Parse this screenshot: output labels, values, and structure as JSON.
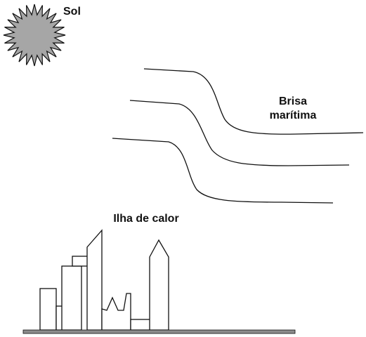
{
  "labels": {
    "sun": "Sol",
    "sea_breeze_line1": "Brisa",
    "sea_breeze_line2": "marítima",
    "heat_island": "Ilha de calor"
  },
  "colors": {
    "line": "#111111",
    "sun_fill": "#a6a6a6",
    "ground_fill": "#8c8c8c",
    "background": "#ffffff"
  },
  "icons": {
    "sun": "sun-icon",
    "city": "city-skyline-icon"
  }
}
